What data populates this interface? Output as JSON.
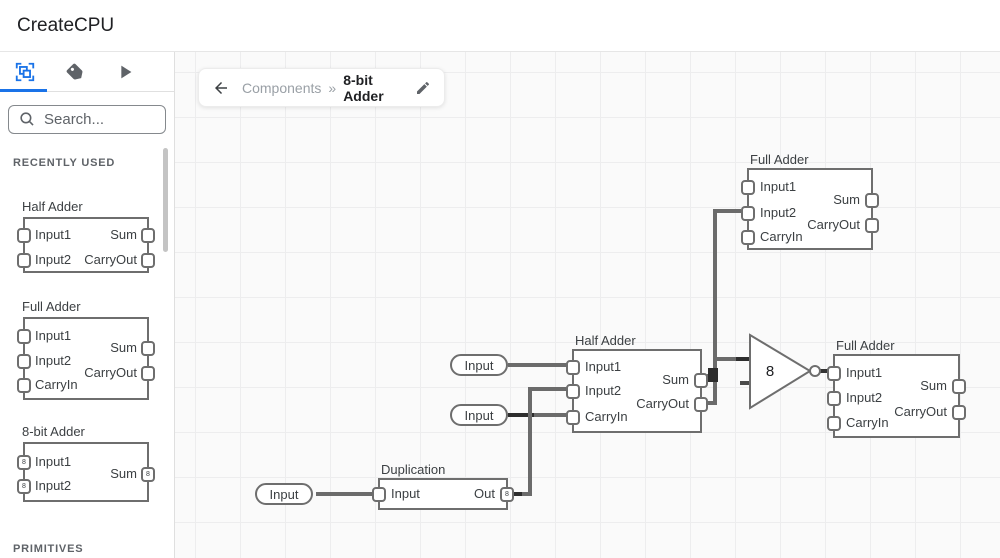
{
  "header": {
    "title": "CreateCPU"
  },
  "sidebar": {
    "tabs": [
      {
        "name": "components",
        "selected": true
      },
      {
        "name": "tags",
        "selected": false
      },
      {
        "name": "simulate",
        "selected": false
      }
    ],
    "search_placeholder": "Search...",
    "recent_header": "RECENTLY USED",
    "primitives_header": "PRIMITIVES",
    "components": [
      {
        "title": "Half Adder",
        "left_ports": [
          {
            "label": "Input1"
          },
          {
            "label": "Input2"
          }
        ],
        "right_ports": [
          {
            "label": "Sum"
          },
          {
            "label": "CarryOut"
          }
        ]
      },
      {
        "title": "Full Adder",
        "left_ports": [
          {
            "label": "Input1"
          },
          {
            "label": "Input2"
          },
          {
            "label": "CarryIn"
          }
        ],
        "right_ports": [
          {
            "label": "Sum"
          },
          {
            "label": "CarryOut"
          }
        ]
      },
      {
        "title": "8-bit Adder",
        "left_ports": [
          {
            "label": "Input1",
            "badge": "8"
          },
          {
            "label": "Input2",
            "badge": "8"
          }
        ],
        "right_ports": [
          {
            "label": "Sum",
            "badge": "8"
          }
        ]
      }
    ]
  },
  "breadcrumb": {
    "parent": "Components",
    "separator": "»",
    "current": "8-bit Adder"
  },
  "canvas": {
    "nodes": [
      {
        "title": "Full Adder",
        "left_ports": [
          {
            "label": "Input1"
          },
          {
            "label": "Input2"
          },
          {
            "label": "CarryIn"
          }
        ],
        "right_ports": [
          {
            "label": "Sum"
          },
          {
            "label": "CarryOut"
          }
        ]
      },
      {
        "title": "Half Adder",
        "left_ports": [
          {
            "label": "Input1"
          },
          {
            "label": "Input2"
          },
          {
            "label": "CarryIn"
          }
        ],
        "right_ports": [
          {
            "label": "Sum"
          },
          {
            "label": "CarryOut"
          }
        ]
      },
      {
        "title": "Full Adder",
        "left_ports": [
          {
            "label": "Input1"
          },
          {
            "label": "Input2"
          },
          {
            "label": "CarryIn"
          }
        ],
        "right_ports": [
          {
            "label": "Sum"
          },
          {
            "label": "CarryOut"
          }
        ]
      },
      {
        "title": "Duplication",
        "left_ports": [
          {
            "label": "Input"
          }
        ],
        "right_ports": [
          {
            "label": "Out",
            "badge": "8"
          }
        ]
      }
    ],
    "pills": [
      {
        "label": "Input"
      },
      {
        "label": "Input"
      },
      {
        "label": "Input"
      }
    ],
    "buffer": {
      "label": "8"
    }
  },
  "colors": {
    "accent": "#1a73e8",
    "wire": "#6b6b6b",
    "component_border": "#6e6e6e",
    "canvas_bg": "#fafafa"
  }
}
